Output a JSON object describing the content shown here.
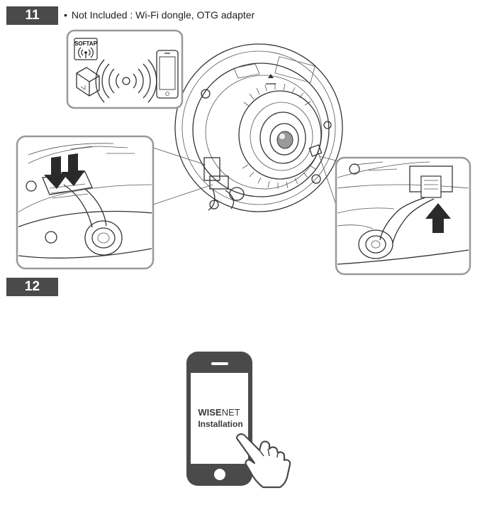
{
  "steps": {
    "step11": {
      "number": "11",
      "note_bullet": "•",
      "note": "Not Included : Wi-Fi dongle, OTG adapter"
    },
    "step12": {
      "number": "12"
    }
  },
  "softap_badge": {
    "label": "SOFTAP"
  },
  "app": {
    "logo_wise": "WISE",
    "logo_net": "NET",
    "label": "Installation"
  },
  "colors": {
    "step_badge": "#4a4a4a",
    "arrow": "#2a2a2a",
    "phone_body": "#4a4a4a",
    "callout_border": "#999999"
  }
}
